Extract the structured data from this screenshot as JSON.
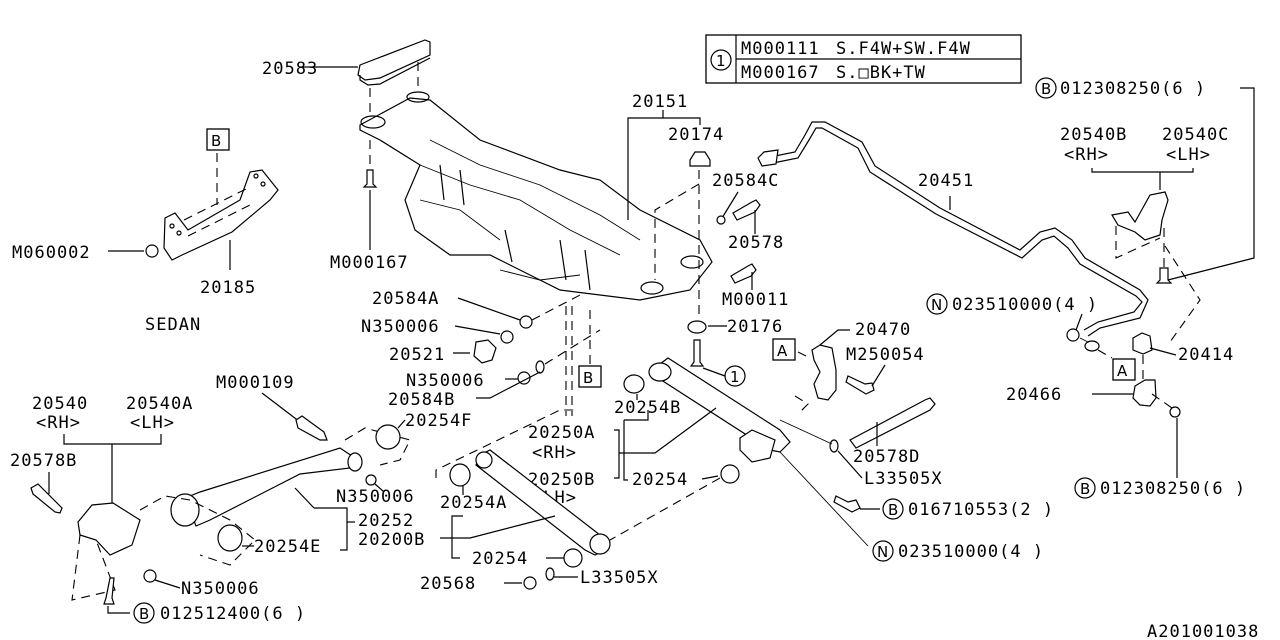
{
  "diagram": {
    "id": "A201001038",
    "legend_table": {
      "marker": "1",
      "rows": [
        {
          "code": "M000111",
          "desc": "S.F4W+SW.F4W"
        },
        {
          "code": "M000167",
          "desc": "S.□BK+TW"
        }
      ]
    },
    "sedan_label": "SEDAN",
    "ref_boxes": {
      "a": "A",
      "b": "B"
    },
    "circle_markers": {
      "b": "B",
      "n": "N",
      "one": "1"
    },
    "labels": {
      "p20583": "20583",
      "p20151": "20151",
      "p20174": "20174",
      "p20584c": "20584C",
      "p20578": "20578",
      "m00011": "M00011",
      "p20176": "20176",
      "p20470": "20470",
      "m250054": "M250054",
      "p20451": "20451",
      "p20540b": "20540B",
      "p20540c": "20540C",
      "rh": "<RH>",
      "lh": "<LH>",
      "b012308250_top": "012308250(6 )",
      "n023510000_top": "023510000(4 )",
      "p20414": "20414",
      "p20466": "20466",
      "p20578d": "20578D",
      "l33505x_right": "L33505X",
      "b012308250_bottom": "012308250(6 )",
      "b016710553": "016710553(2 )",
      "n023510000_bottom": "023510000(4 )",
      "m060002": "M060002",
      "p20185": "20185",
      "m000167": "M000167",
      "p20584a": "20584A",
      "n350006_a": "N350006",
      "p20521": "20521",
      "n350006_b": "N350006",
      "p20584b": "20584B",
      "p20254f": "20254F",
      "m000109": "M000109",
      "p20540": "20540",
      "p20540a": "20540A",
      "p20578b": "20578B",
      "n350006_c": "N350006",
      "p20252": "20252",
      "p20200b": "20200B",
      "p20254e": "20254E",
      "n350006_d": "N350006",
      "b012512400": "012512400(6 )",
      "p20254b": "20254B",
      "p20250a": "20250A",
      "p20250b": "20250B",
      "p20254_mid": "20254",
      "p20254a": "20254A",
      "p20254_low": "20254",
      "p20568": "20568",
      "l33505x_low": "L33505X"
    }
  }
}
